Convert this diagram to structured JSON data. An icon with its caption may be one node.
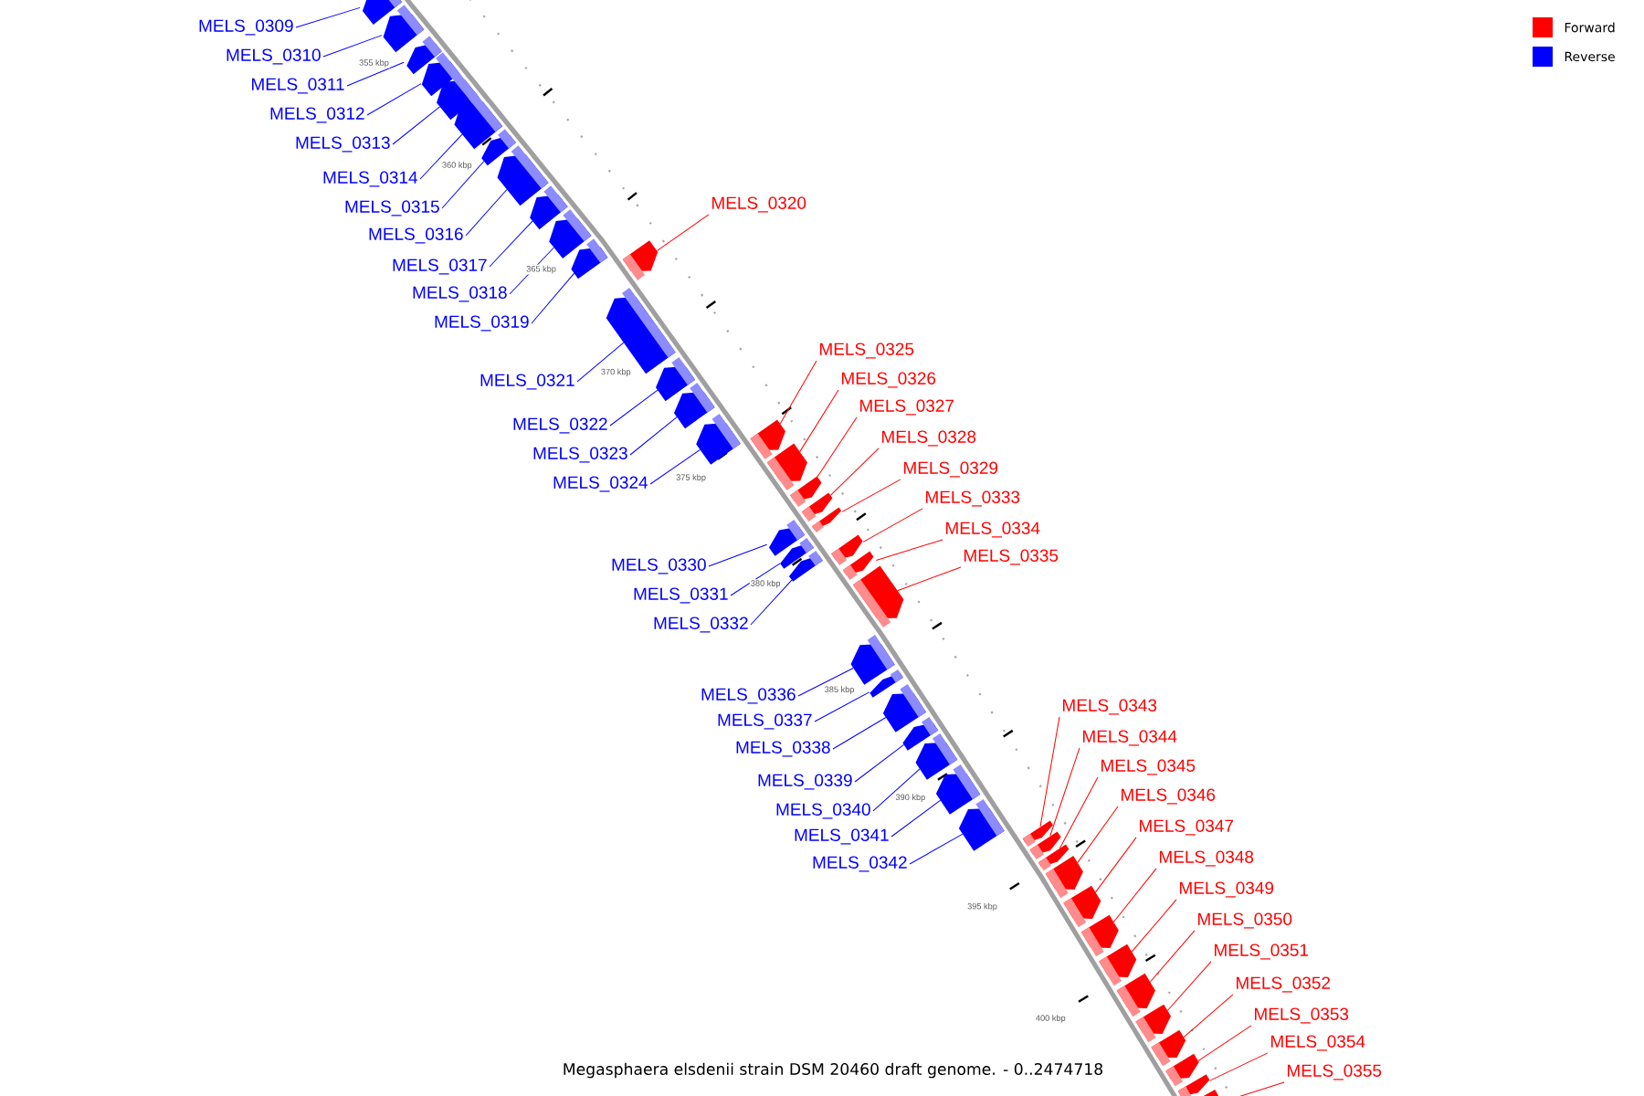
{
  "diagram": {
    "caption": "Megasphaera elsdenii strain DSM 20460 draft genome. - 0..2474718",
    "nodes": [
      {
        "text": [
          "MELS_0309"
        ]
      },
      {
        "text": [],
        "shape": "box"
      },
      {
        "text": [
          "MELS_0310"
        ]
      },
      {
        "text": [],
        "shape": "box"
      },
      {
        "text": [
          "MELS_0311"
        ]
      },
      {
        "text": [],
        "shape": "box"
      },
      {
        "text": [
          "MELS_0312"
        ]
      },
      {
        "text": [],
        "shape": "box"
      },
      {
        "text": [
          "MELS_0313"
        ]
      },
      {
        "text": [],
        "shape": "box"
      },
      {
        "text": [
          "MELS_0314"
        ]
      },
      {
        "text": [],
        "shape": "box"
      },
      {
        "text": [
          "MELS_0315"
        ]
      },
      {
        "text": [],
        "shape": "box"
      },
      {
        "text": [
          "MELS_0316"
        ]
      },
      {
        "text": [],
        "shape": "box"
      },
      {
        "text": [
          "MELS_0317"
        ]
      },
      {
        "text": [],
        "shape": "box"
      },
      {
        "text": [
          "MELS_0318"
        ]
      },
      {
        "text": [],
        "shape": "box"
      },
      {
        "text": [
          "MELS_0319"
        ]
      },
      {
        "text": [],
        "shape": "box"
      },
      {
        "text": [
          "MELS_0320"
        ]
      },
      {
        "text": [],
        "shape": "box"
      },
      {
        "text": [
          "MELS_0321"
        ]
      },
      {
        "text": [],
        "shape": "box"
      },
      {
        "text": [
          "MELS_0322"
        ]
      },
      {
        "text": [],
        "shape": "box"
      },
      {
        "text": [
          "MELS_0323"
        ]
      },
      {
        "text": [],
        "shape": "box"
      },
      {
        "text": [
          "MELS_0324"
        ]
      },
      {
        "text": [],
        "shape": "box"
      },
      {
        "text": [
          "MELS_0325"
        ]
      },
      {
        "text": [],
        "shape": "box"
      },
      {
        "text": [
          "MELS_0326"
        ]
      },
      {
        "text": [],
        "shape": "box"
      },
      {
        "text": [
          "MELS_0327"
        ]
      },
      {
        "text": [],
        "shape": "box"
      },
      {
        "text": [
          "MELS_0328"
        ]
      },
      {
        "text": [],
        "shape": "box"
      },
      {
        "text": [
          "MELS_0329"
        ]
      },
      {
        "text": [],
        "shape": "box"
      },
      {
        "text": [
          "MELS_0330"
        ]
      },
      {
        "text": [],
        "shape": "box"
      },
      {
        "text": [
          "MELS_0331"
        ]
      },
      {
        "text": [],
        "shape": "box"
      },
      {
        "text": [
          "MELS_0332"
        ]
      },
      {
        "text": [],
        "shape": "box"
      },
      {
        "text": [
          "MELS_0333"
        ]
      },
      {
        "text": [],
        "shape": "box"
      },
      {
        "text": [
          "MELS_0334"
        ]
      },
      {
        "text": [],
        "shape": "box"
      },
      {
        "text": [
          "MELS_0335"
        ]
      },
      {
        "text": [],
        "shape": "box"
      },
      {
        "text": [
          "MELS_0336"
        ]
      },
      {
        "text": [],
        "shape": "box"
      },
      {
        "text": [
          "MELS_0337"
        ]
      },
      {
        "text": [],
        "shape": "box"
      },
      {
        "text": [
          "MELS_0338"
        ]
      },
      {
        "text": [],
        "shape": "box"
      },
      {
        "text": [
          "MELS_0339"
        ]
      },
      {
        "text": [],
        "shape": "box"
      },
      {
        "text": [
          "MELS_0340"
        ]
      },
      {
        "text": [],
        "shape": "box"
      },
      {
        "text": [
          "MELS_0341"
        ]
      },
      {
        "text": [],
        "shape": "box"
      },
      {
        "text": [
          "MELS_0342"
        ]
      },
      {
        "text": [],
        "shape": "box"
      },
      {
        "text": [
          "MELS_0343"
        ]
      },
      {
        "text": [],
        "shape": "box"
      },
      {
        "text": [
          "MELS_0344"
        ]
      },
      {
        "text": [],
        "shape": "box"
      },
      {
        "text": [
          "MELS_0345"
        ]
      },
      {
        "text": [],
        "shape": "box"
      },
      {
        "text": [
          "MELS_0346"
        ]
      },
      {
        "text": [],
        "shape": "box"
      },
      {
        "text": [
          "MELS_0347"
        ]
      },
      {
        "text": [],
        "shape": "box"
      },
      {
        "text": [
          "MELS_0348"
        ]
      },
      {
        "text": [],
        "shape": "box"
      },
      {
        "text": [
          "MELS_0349"
        ]
      },
      {
        "text": [],
        "shape": "box"
      },
      {
        "text": [
          "MELS_0350"
        ]
      },
      {
        "text": [],
        "shape": "box"
      },
      {
        "text": [
          "MELS_0351"
        ]
      },
      {
        "text": [],
        "shape": "box"
      },
      {
        "text": [
          "MELS_0352"
        ]
      },
      {
        "text": [],
        "shape": "box"
      },
      {
        "text": [
          "MELS_0353"
        ]
      },
      {
        "text": [],
        "shape": "box"
      },
      {
        "text": [
          "MELS_0354"
        ]
      },
      {
        "text": [],
        "shape": "box"
      },
      {
        "text": [
          "MELS_0355"
        ]
      },
      {
        "text": [],
        "shape": "box"
      }
    ],
    "edges": [
      {
        "from": 0,
        "to": 1,
        "arrow": "none"
      },
      {
        "from": 2,
        "to": 3,
        "arrow": "none"
      },
      {
        "from": 4,
        "to": 5,
        "arrow": "none"
      },
      {
        "from": 6,
        "to": 7,
        "arrow": "none"
      },
      {
        "from": 8,
        "to": 9,
        "arrow": "none"
      },
      {
        "from": 10,
        "to": 11,
        "arrow": "none"
      },
      {
        "from": 12,
        "to": 13,
        "arrow": "none"
      },
      {
        "from": 14,
        "to": 15,
        "arrow": "none"
      },
      {
        "from": 16,
        "to": 17,
        "arrow": "none"
      },
      {
        "from": 18,
        "to": 19,
        "arrow": "none"
      },
      {
        "from": 20,
        "to": 21,
        "arrow": "none"
      },
      {
        "from": 22,
        "to": 23,
        "arrow": "none",
        "color": "#ff0000"
      },
      {
        "from": 24,
        "to": 25,
        "arrow": "none"
      },
      {
        "from": 26,
        "to": 27,
        "arrow": "none"
      },
      {
        "from": 28,
        "to": 29,
        "arrow": "none"
      },
      {
        "from": 30,
        "to": 31,
        "arrow": "none"
      },
      {
        "from": 32,
        "to": 33,
        "arrow": "none",
        "color": "#ff0000"
      },
      {
        "from": 34,
        "to": 35,
        "arrow": "none",
        "color": "#ff0000"
      },
      {
        "from": 36,
        "to": 37,
        "arrow": "none",
        "color": "#ff0000"
      },
      {
        "from": 38,
        "to": 39,
        "arrow": "none",
        "color": "#ff0000"
      },
      {
        "from": 40,
        "to": 41,
        "arrow": "none",
        "color": "#ff0000"
      },
      {
        "from": 42,
        "to": 43,
        "arrow": "none"
      },
      {
        "from": 44,
        "to": 45,
        "arrow": "none"
      },
      {
        "from": 46,
        "to": 47,
        "arrow": "none"
      },
      {
        "from": 48,
        "to": 49,
        "arrow": "none",
        "color": "#ff0000"
      },
      {
        "from": 50,
        "to": 51,
        "arrow": "none",
        "color": "#ff0000"
      },
      {
        "from": 52,
        "to": 53,
        "arrow": "none",
        "color": "#ff0000"
      },
      {
        "from": 54,
        "to": 55,
        "arrow": "none"
      },
      {
        "from": 56,
        "to": 57,
        "arrow": "none"
      },
      {
        "from": 58,
        "to": 59,
        "arrow": "none"
      },
      {
        "from": 60,
        "to": 61,
        "arrow": "none"
      },
      {
        "from": 62,
        "to": 63,
        "arrow": "none"
      },
      {
        "from": 64,
        "to": 65,
        "arrow": "none"
      },
      {
        "from": 66,
        "to": 67,
        "arrow": "none"
      },
      {
        "from": 68,
        "to": 69,
        "arrow": "none",
        "color": "#ff0000"
      },
      {
        "from": 70,
        "to": 71,
        "arrow": "none",
        "color": "#ff0000"
      },
      {
        "from": 72,
        "to": 73,
        "arrow": "none",
        "color": "#ff0000"
      },
      {
        "from": 74,
        "to": 75,
        "arrow": "none",
        "color": "#ff0000"
      },
      {
        "from": 76,
        "to": 77,
        "arrow": "none",
        "color": "#ff0000"
      },
      {
        "from": 78,
        "to": 79,
        "arrow": "none",
        "color": "#ff0000"
      },
      {
        "from": 80,
        "to": 81,
        "arrow": "none",
        "color": "#ff0000"
      },
      {
        "from": 82,
        "to": 83,
        "arrow": "none",
        "color": "#ff0000"
      },
      {
        "from": 84,
        "to": 85,
        "arrow": "none",
        "color": "#ff0000"
      },
      {
        "from": 86,
        "to": 87,
        "arrow": "none",
        "color": "#ff0000"
      },
      {
        "from": 88,
        "to": 89,
        "arrow": "none",
        "color": "#ff0000"
      },
      {
        "from": 90,
        "to": 91,
        "arrow": "none",
        "color": "#ff0000"
      },
      {
        "from": 92,
        "to": 93,
        "arrow": "none",
        "color": "#ff0000"
      }
    ],
    "labels": [
      "355 kbp",
      "360 kbp",
      "365 kbp",
      "370 kbp",
      "375 kbp",
      "380 kbp",
      "385 kbp",
      "390 kbp",
      "395 kbp",
      "400 kbp"
    ],
    "legend": [
      {
        "text": "Forward",
        "color": "#ff0000"
      },
      {
        "text": "Reverse",
        "color": "#0000ff"
      }
    ]
  }
}
